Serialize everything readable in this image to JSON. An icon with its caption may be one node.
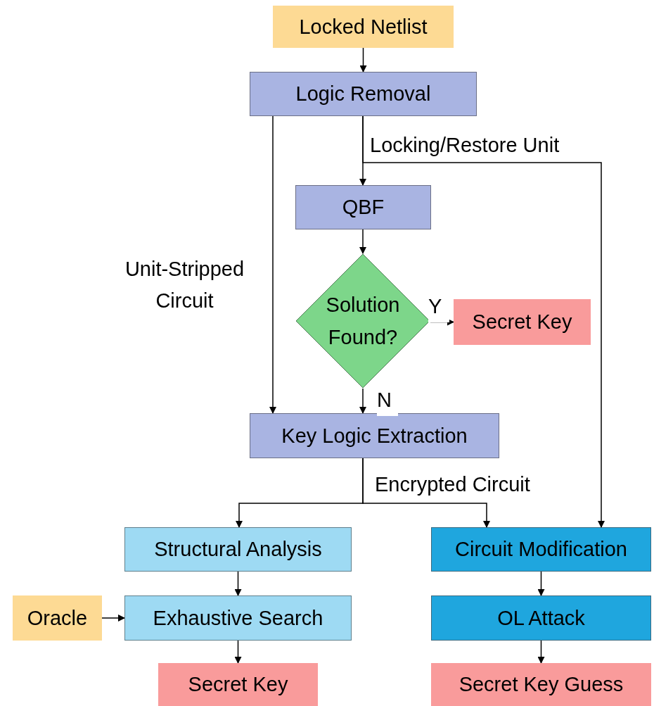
{
  "diagram": {
    "nodes": [
      {
        "text": [
          "Locked Netlist"
        ]
      },
      {
        "text": [
          "Logic Removal"
        ]
      },
      {
        "text": [
          "QBF"
        ]
      },
      {
        "text": [
          "Solution Found?"
        ]
      },
      {
        "text": [
          "Secret Key"
        ]
      },
      {
        "text": [
          "Key Logic Extraction"
        ]
      },
      {
        "text": [
          "Structural Analysis"
        ]
      },
      {
        "text": [
          "Circuit Modification"
        ]
      },
      {
        "text": [
          "Oracle"
        ]
      },
      {
        "text": [
          "Exhaustive Search"
        ]
      },
      {
        "text": [
          "OL Attack"
        ]
      },
      {
        "text": [
          "Secret Key"
        ]
      },
      {
        "text": [
          "Secret Key Guess"
        ]
      }
    ],
    "edges": [
      {
        "from": 0,
        "to": 1,
        "arrow": "to"
      },
      {
        "from": 1,
        "to": 5,
        "arrow": "to",
        "label": "Unit-Stripped Circuit"
      },
      {
        "from": 1,
        "to": 2,
        "arrow": "to",
        "label": "Locking/Restore Unit"
      },
      {
        "from": 1,
        "to": 7,
        "arrow": "to"
      },
      {
        "from": 2,
        "to": 3,
        "arrow": "to"
      },
      {
        "from": 3,
        "to": 4,
        "arrow": "to",
        "label": "Y"
      },
      {
        "from": 3,
        "to": 5,
        "arrow": "to",
        "label": "N"
      },
      {
        "from": 5,
        "to": 6,
        "arrow": "to",
        "label": "Encrypted Circuit"
      },
      {
        "from": 5,
        "to": 7,
        "arrow": "to"
      },
      {
        "from": 6,
        "to": 9,
        "arrow": "to"
      },
      {
        "from": 8,
        "to": 9,
        "arrow": "to"
      },
      {
        "from": 9,
        "to": 11,
        "arrow": "to"
      },
      {
        "from": 7,
        "to": 10,
        "arrow": "to"
      },
      {
        "from": 10,
        "to": 12,
        "arrow": "to"
      }
    ]
  }
}
